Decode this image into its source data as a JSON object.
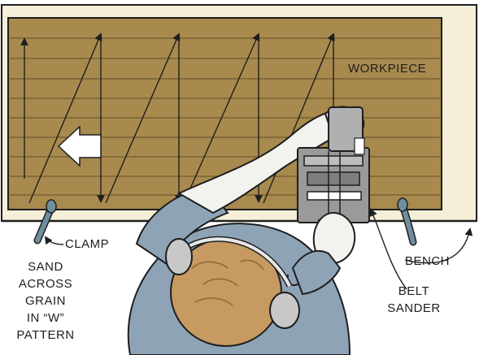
{
  "labels": {
    "workpiece": "WORKPIECE",
    "clamp": "CLAMP",
    "bench": "BENCH",
    "belt_sander": [
      "BELT",
      "SANDER"
    ],
    "instruction": [
      "SAND",
      "ACROSS",
      "GRAIN",
      "IN “W”",
      "PATTERN"
    ]
  },
  "colors": {
    "bench": "#f6f0d8",
    "workpiece": "#a88a4e",
    "grain": "#6f5a2e",
    "skin": "#f2f2ee",
    "shirt": "#8ea4b6",
    "hair": "#c79a62",
    "sander": "#9a9a9a",
    "clamp": "#6f8fa0",
    "outline": "#1e1e1e"
  },
  "icons": [
    "left-arrow-icon",
    "clamp-icon",
    "belt-sander-icon"
  ]
}
